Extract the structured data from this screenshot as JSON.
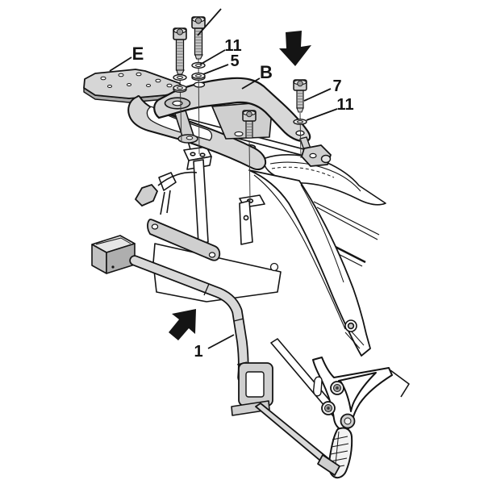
{
  "diagram": {
    "kind": "motorcycle top-case rack assembly instruction",
    "background": "#ffffff",
    "colors": {
      "outline": "#141414",
      "metal_gray": "#d6d6d6",
      "metal_gray_dark": "#a9a9a9",
      "bike_white": "#ffffff",
      "arrow": "#141414"
    },
    "icons": {
      "insert_top": "down-arrow",
      "insert_side": "up-right-arrow"
    },
    "callouts": {
      "plate": "E",
      "washer_top": "11",
      "spacer_top": "5",
      "rack_arm": "B",
      "screw_side": "7",
      "washer_side": "11",
      "side_stay": "1"
    }
  }
}
